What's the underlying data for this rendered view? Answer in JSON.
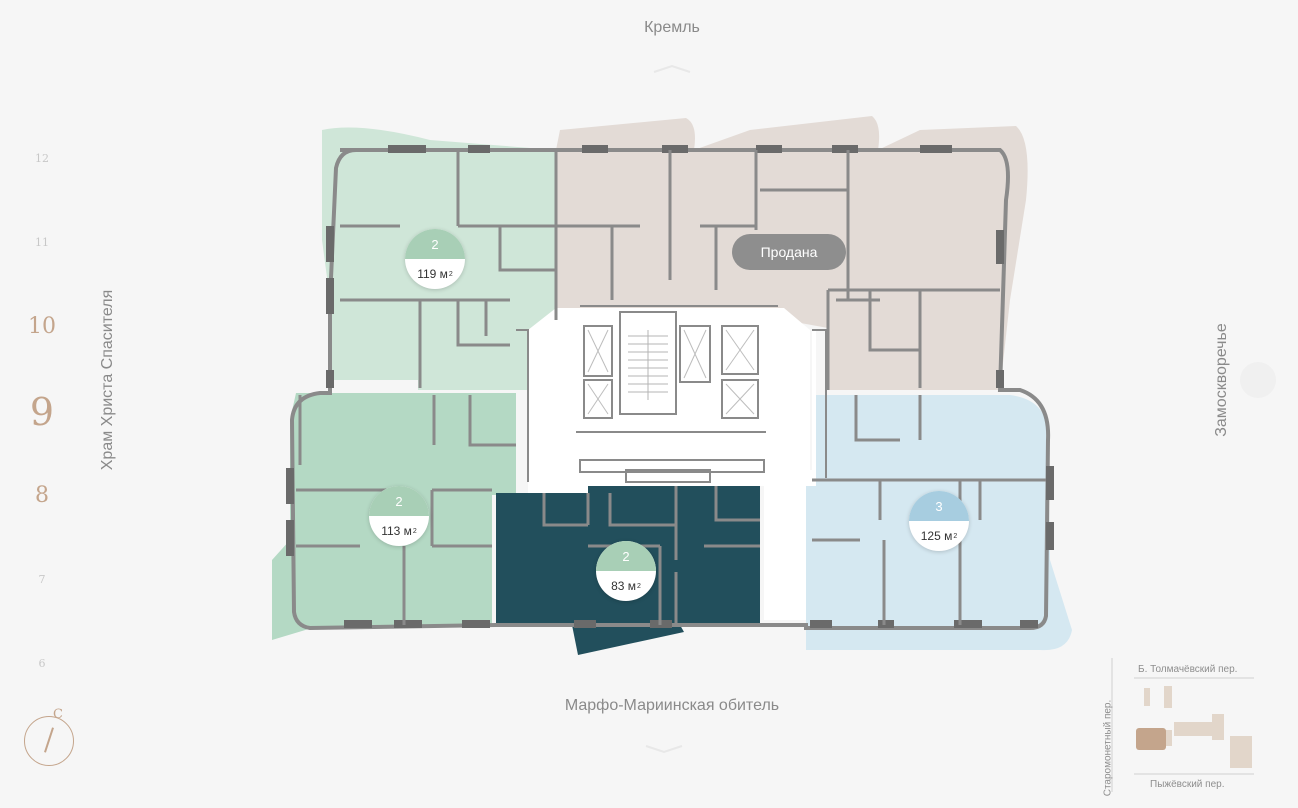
{
  "directions": {
    "north": "Кремль",
    "south": "Марфо-Мариинская обитель",
    "west": "Храм Христа Спасителя",
    "east": "Замоскворечье"
  },
  "floors": [
    "12",
    "11",
    "10",
    "9",
    "8",
    "7",
    "6"
  ],
  "selected_floor": "9",
  "compass_letter": "С",
  "apartments": [
    {
      "rooms": "2",
      "area": "119 м",
      "status": "available"
    },
    {
      "rooms": "2",
      "area": "113 м",
      "status": "available"
    },
    {
      "rooms": "2",
      "area": "83 м",
      "status": "selected"
    },
    {
      "rooms": "3",
      "area": "125 м",
      "status": "available"
    },
    {
      "sold_label": "Продана",
      "status": "sold"
    }
  ],
  "area_unit_sup": "2",
  "minimap": {
    "street_top": "Б. Толмачёвский пер.",
    "street_bottom": "Пыжёвский пер.",
    "street_left": "Старомонетный пер."
  },
  "colors": {
    "apt_green_light": "#cfe6d8",
    "apt_green": "#b4d9c4",
    "apt_dark": "#224f5c",
    "apt_blue": "#d5e8f1",
    "apt_sold": "#e3dbd6",
    "badge_green": "#a8cfb6",
    "badge_blue": "#a7cde0",
    "accent": "#c4a58c"
  }
}
